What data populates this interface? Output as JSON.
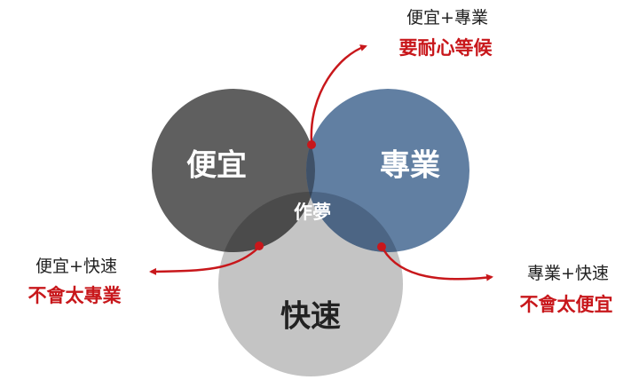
{
  "diagram": {
    "circles": {
      "cheap": {
        "label": "便宜",
        "color": "#5f5f5f"
      },
      "pro": {
        "label": "專業",
        "color": "#617fa2"
      },
      "fast": {
        "label": "快速",
        "color": "#c4c4c4"
      }
    },
    "center_label": "作夢",
    "annotations": {
      "top": {
        "line1": "便宜+專業",
        "line2": "要耐心等候"
      },
      "left": {
        "line1": "便宜+快速",
        "line2": "不會太專業"
      },
      "right": {
        "line1": "專業+快速",
        "line2": "不會太便宜"
      }
    },
    "accent_color": "#c8171b"
  }
}
